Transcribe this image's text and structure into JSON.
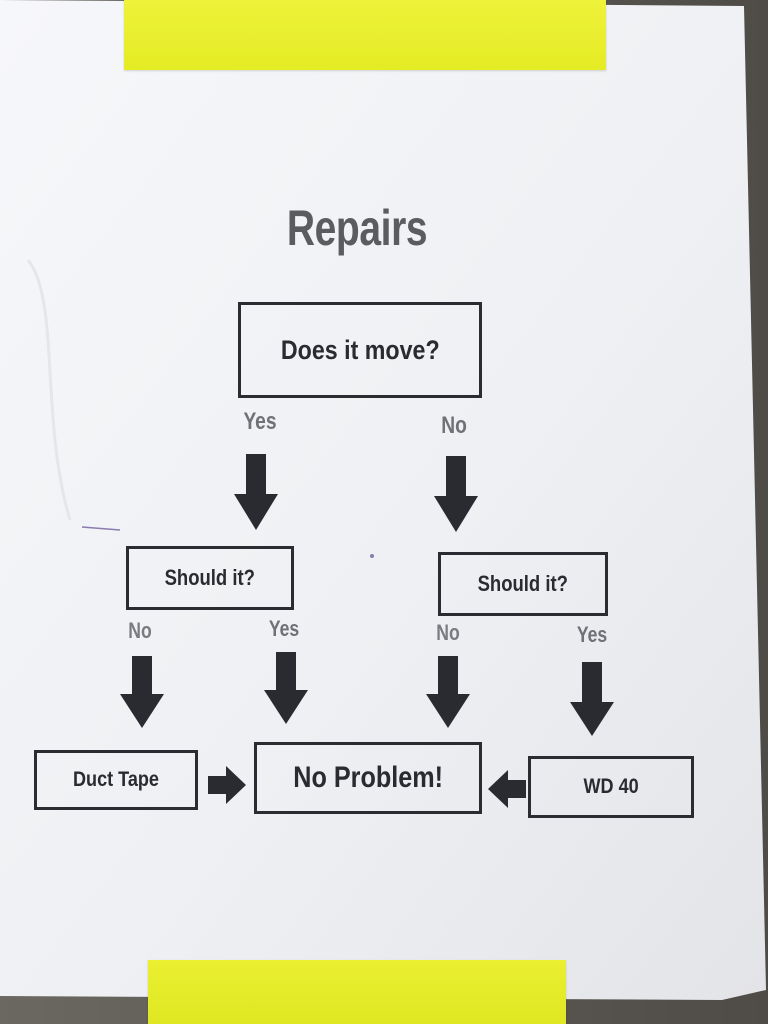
{
  "poster": {
    "title": "Repairs",
    "root_question": "Does it move?",
    "branch_yes": "Yes",
    "branch_no": "No",
    "left_question": "Should it?",
    "right_question": "Should it?",
    "left_no": "No",
    "left_yes": "Yes",
    "right_no": "No",
    "right_yes": "Yes",
    "outcome_left": "Duct Tape",
    "outcome_center": "No Problem!",
    "outcome_right": "WD 40"
  },
  "colors": {
    "tape": "#e8ee2a",
    "paper": "#f1f2f5",
    "ink": "#2a2b31",
    "label_gray": "#707176",
    "wall": "#5a5650"
  }
}
